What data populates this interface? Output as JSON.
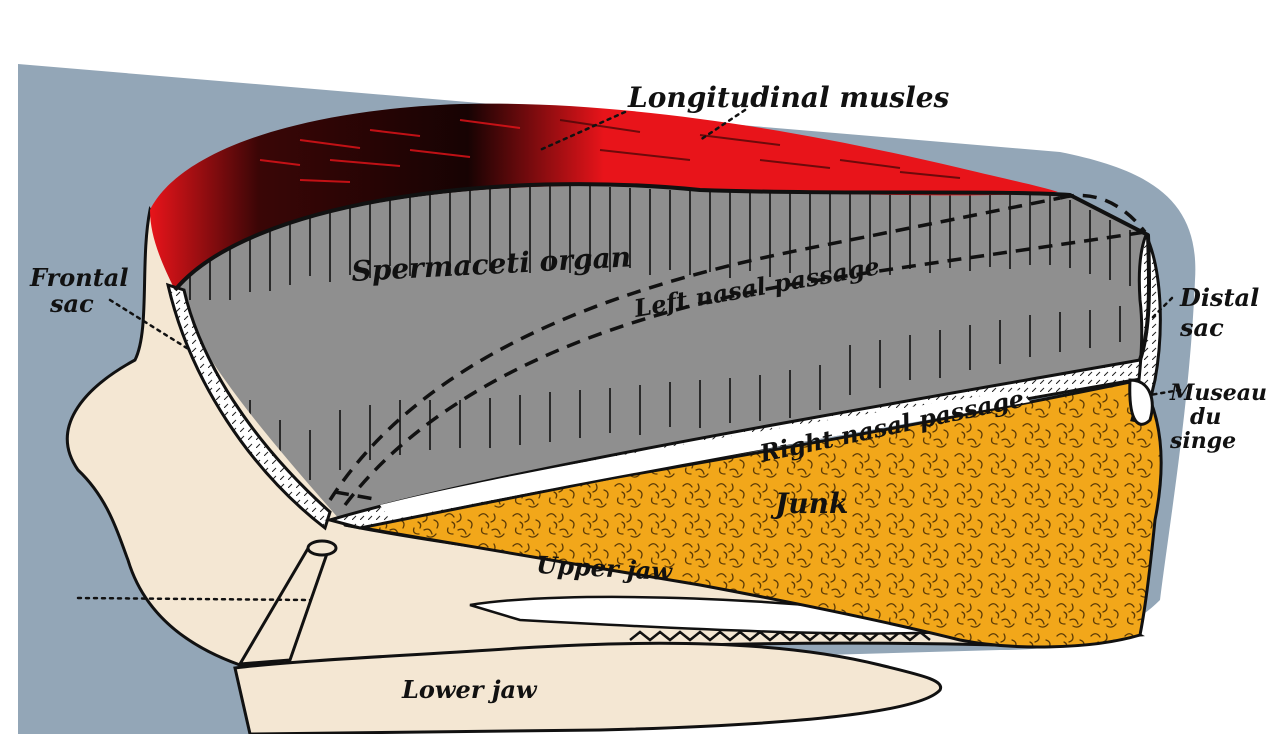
{
  "labels": {
    "longitudinal_muscles": "Longitudinal musles",
    "spermaceti_organ": "Spermaceti organ",
    "left_nasal_passage": "Left nasal passage",
    "right_nasal_passage": "Right nasal passage",
    "frontal_sac_line1": "Frontal",
    "frontal_sac_line2": "sac",
    "distal_sac_line1": "Distal",
    "distal_sac_line2": "sac",
    "museau_line1": "Museau",
    "museau_line2": "du",
    "museau_line3": "singe",
    "junk": "Junk",
    "upper_jaw": "Upper jaw",
    "lower_jaw": "Lower jaw"
  },
  "colors": {
    "background": "#ffffff",
    "head_skin": "#93a6b7",
    "bone": "#f4e7d3",
    "muscle_red": "#e8141a",
    "muscle_dark": "#160404",
    "spermaceti_gray": "#8f8f8f",
    "junk_orange": "#f2a71a",
    "membrane_white": "#ffffff",
    "ink": "#111111"
  }
}
